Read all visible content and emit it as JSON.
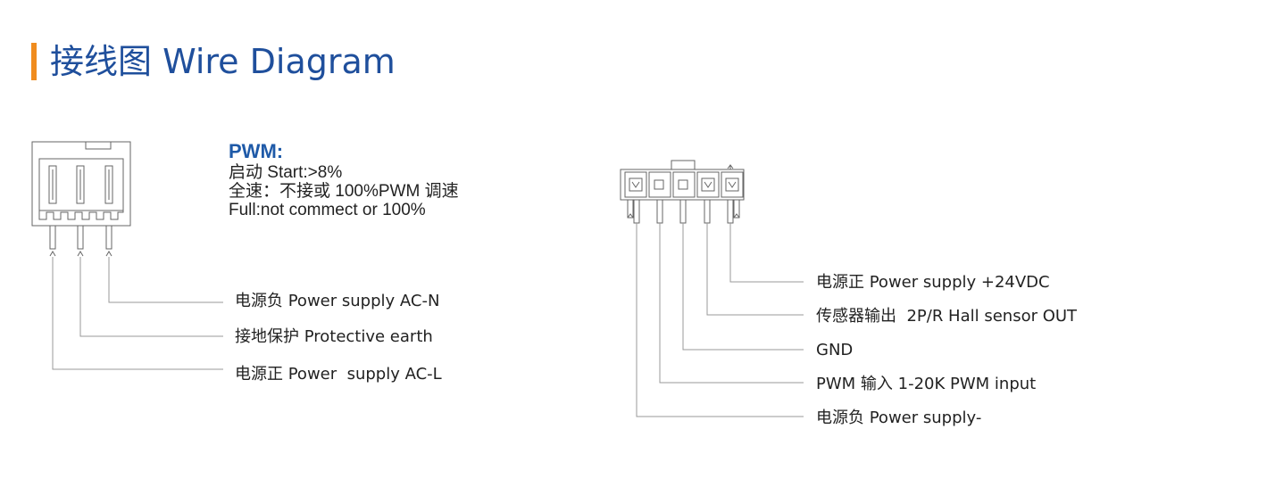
{
  "header": {
    "title": "接线图 Wire Diagram",
    "accent_color": "#f08c1e",
    "title_color": "#1f4f9c"
  },
  "pwm_note": {
    "heading": "PWM:",
    "lines": [
      "启动 Start:>8%",
      "全速：不接或 100%PWM 调速",
      "Full:not commect or 100%"
    ]
  },
  "ac_connector": {
    "pins": [
      {
        "label": "电源负 Power supply AC-N"
      },
      {
        "label": "接地保护 Protective earth"
      },
      {
        "label": "电源正 Power  supply AC-L"
      }
    ]
  },
  "dc_connector": {
    "pins": [
      {
        "label": "电源正 Power supply +24VDC"
      },
      {
        "label": "传感器输出  2P/R Hall sensor OUT"
      },
      {
        "label": "GND"
      },
      {
        "label": "PWM 输入 1-20K PWM input"
      },
      {
        "label": "电源负 Power supply-"
      }
    ]
  }
}
